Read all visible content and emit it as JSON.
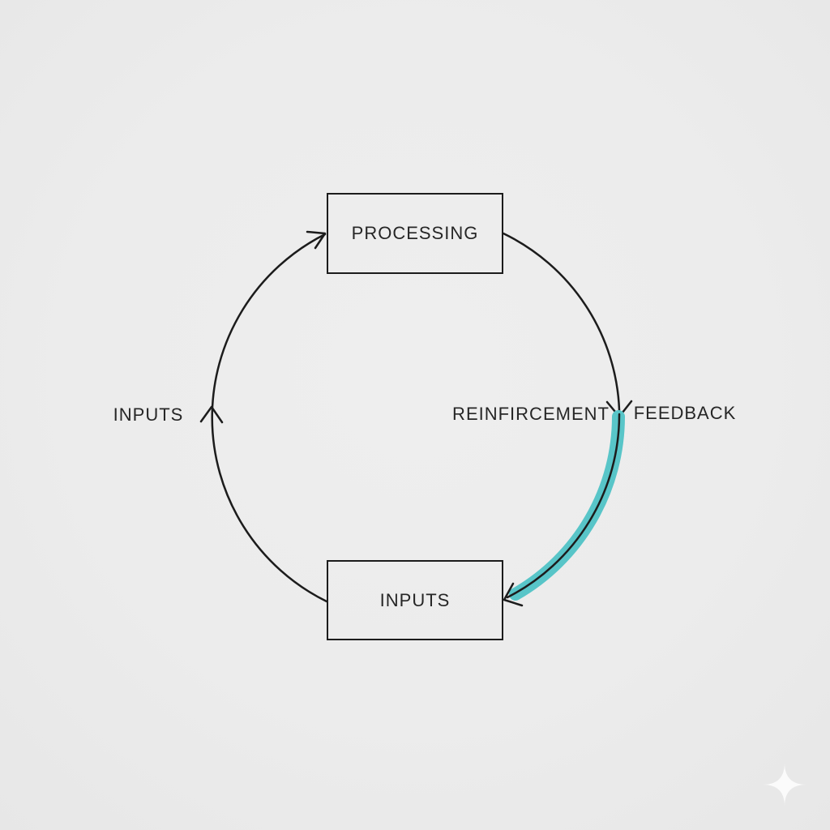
{
  "diagram": {
    "type": "cycle",
    "nodes": [
      {
        "id": "processing",
        "label": "PROCESSING"
      },
      {
        "id": "inputs",
        "label": "INPUTS"
      }
    ],
    "floating_labels": [
      {
        "id": "inputs-left",
        "text": "INPUTS"
      },
      {
        "id": "reinforcement",
        "text": "REINFIRCEMENT"
      },
      {
        "id": "feedback",
        "text": "FEEDBACK"
      }
    ],
    "edges": [
      {
        "from": "inputs",
        "to": "processing",
        "side": "left",
        "highlighted": false
      },
      {
        "from": "processing",
        "to": "feedback",
        "side": "right-top",
        "highlighted": false
      },
      {
        "from": "feedback",
        "to": "inputs",
        "side": "right-bottom",
        "highlighted": true
      }
    ],
    "colors": {
      "background": "#ececec",
      "line": "#1c1c1c",
      "text": "#262626",
      "highlight": "#58c5c8",
      "sparkle": "#fbfbfb"
    }
  }
}
